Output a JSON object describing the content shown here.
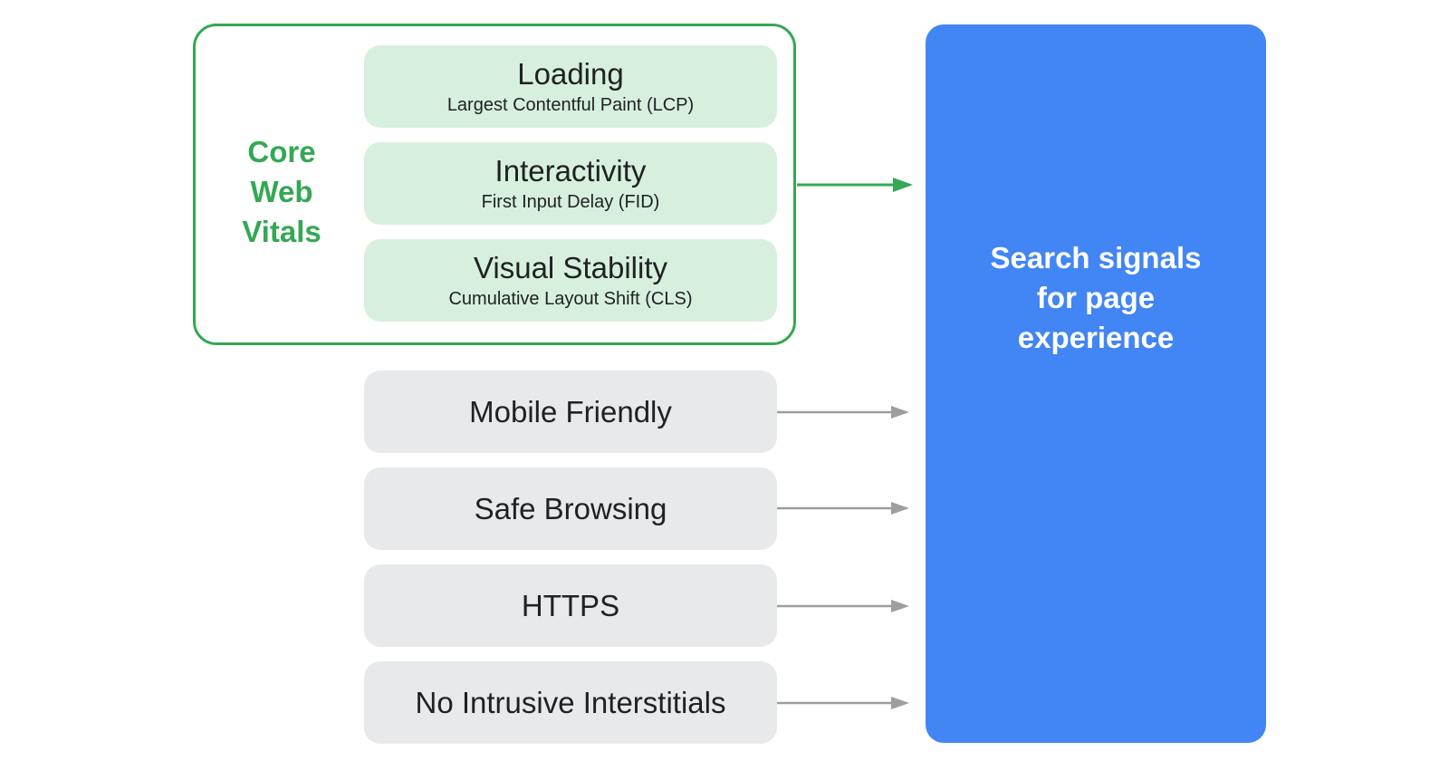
{
  "core_web_vitals": {
    "label_lines": [
      "Core",
      "Web",
      "Vitals"
    ],
    "color": "#34a853",
    "metrics": [
      {
        "title": "Loading",
        "subtitle": "Largest Contentful Paint (LCP)"
      },
      {
        "title": "Interactivity",
        "subtitle": "First Input Delay (FID)"
      },
      {
        "title": "Visual Stability",
        "subtitle": "Cumulative Layout Shift (CLS)"
      }
    ]
  },
  "other_signals": [
    {
      "title": "Mobile Friendly"
    },
    {
      "title": "Safe Browsing"
    },
    {
      "title": "HTTPS"
    },
    {
      "title": "No Intrusive Interstitials"
    }
  ],
  "target": {
    "label_lines": [
      "Search signals",
      "for page",
      "experience"
    ],
    "color": "#4285f4"
  },
  "colors": {
    "metric_fill": "#d6f0dd",
    "signal_fill": "#e8e9ea",
    "grey_arrow": "#9e9e9e"
  }
}
